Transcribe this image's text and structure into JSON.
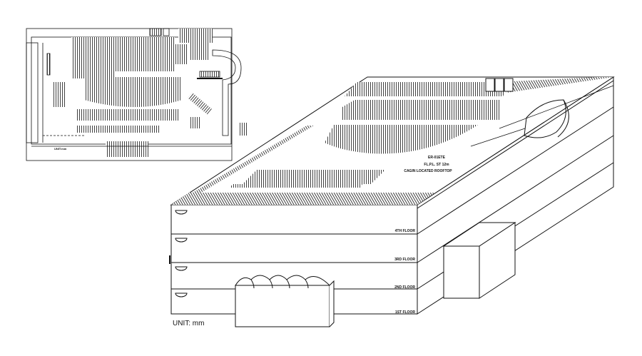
{
  "plan": {
    "unit_label": "UNIT:mm"
  },
  "iso": {
    "roof_note_line1": "ER-01ETE",
    "roof_note_line2": "FL.P.L. ST 12m",
    "roof_note_line3": "CAGIN LOCATED ROOFTOP",
    "floor_labels": [
      "4TH FLOOR",
      "3RD FLOOR",
      "2ND FLOOR",
      "1ST FLOOR"
    ],
    "unit_label": "UNIT: mm"
  },
  "colors": {
    "line": "#111111",
    "hatch": "#1a1a1a",
    "background": "#ffffff"
  }
}
